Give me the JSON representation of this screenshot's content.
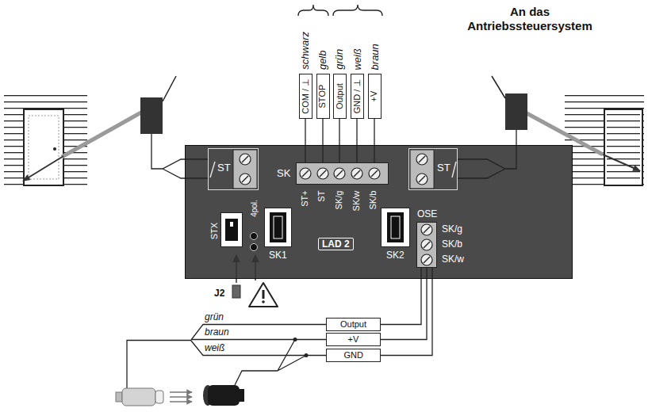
{
  "diagram": {
    "title": "An das Antriebssteuersystem",
    "nodes": [
      {
        "text": [
          "COM / ⊥"
        ]
      },
      {
        "text": [
          "STOP"
        ]
      },
      {
        "text": [
          "Output"
        ]
      },
      {
        "text": [
          "GND / ⊥"
        ]
      },
      {
        "text": [
          "+V"
        ]
      },
      {
        "text": [
          "LAD 2"
        ]
      },
      {
        "text": [
          "ST"
        ],
        "in": 5
      },
      {
        "text": [
          "SK"
        ],
        "in": 5
      },
      {
        "text": [
          "ST"
        ],
        "in": 5
      },
      {
        "text": [
          "STX"
        ],
        "in": 5
      },
      {
        "text": [
          "SK1"
        ],
        "in": 5
      },
      {
        "text": [
          "SK2"
        ],
        "in": 5
      },
      {
        "text": [
          "OSE",
          "SK/g",
          "SK/b",
          "SK/w"
        ],
        "in": 5
      },
      {
        "text": [
          "Output"
        ]
      },
      {
        "text": [
          "+V"
        ]
      },
      {
        "text": [
          "GND"
        ]
      }
    ],
    "edges": [
      {
        "from": 0,
        "to": 7,
        "arrow": "none"
      },
      {
        "from": 1,
        "to": 7,
        "arrow": "none"
      },
      {
        "from": 2,
        "to": 7,
        "arrow": "none"
      },
      {
        "from": 3,
        "to": 7,
        "arrow": "none"
      },
      {
        "from": 4,
        "to": 7,
        "arrow": "none"
      },
      {
        "from": 12,
        "to": 13,
        "arrow": "none"
      },
      {
        "from": 12,
        "to": 14,
        "arrow": "none"
      },
      {
        "from": 12,
        "to": 15,
        "arrow": "none"
      }
    ],
    "labels": [
      "schwarz",
      "gelb",
      "grün",
      "weiß",
      "braun",
      "ST+",
      "ST",
      "SK/g",
      "SK/w",
      "SK/b",
      "4pol.",
      "J2",
      "grün",
      "braun",
      "weiß"
    ]
  }
}
